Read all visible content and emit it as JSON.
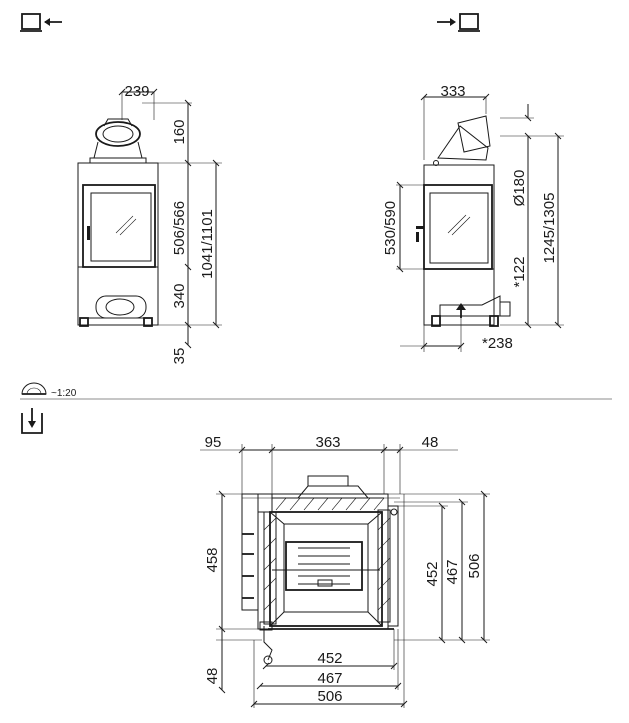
{
  "icons": {
    "left_view": "monitor-arrow-left-icon",
    "right_view": "arrow-monitor-right-icon",
    "scale": "protractor-scale-icon",
    "top_view": "top-view-down-arrow-icon"
  },
  "scale": {
    "label": "~1:20"
  },
  "left_view": {
    "width_top": "239",
    "height_flue": "160",
    "height_door": "506/566",
    "height_total": "1041/1101",
    "height_base": "340",
    "height_feet": "35"
  },
  "right_view": {
    "width_top": "333",
    "height_door": "530/590",
    "diameter": "Ø180",
    "height_total": "1245/1305",
    "height_122": "*122",
    "depth_238": "*238"
  },
  "plan_view": {
    "top_95": "95",
    "top_363": "363",
    "top_48": "48",
    "left_458": "458",
    "left_48": "48",
    "right_452": "452",
    "right_467": "467",
    "right_506": "506",
    "bottom_452": "452",
    "bottom_467": "467",
    "bottom_506": "506"
  }
}
